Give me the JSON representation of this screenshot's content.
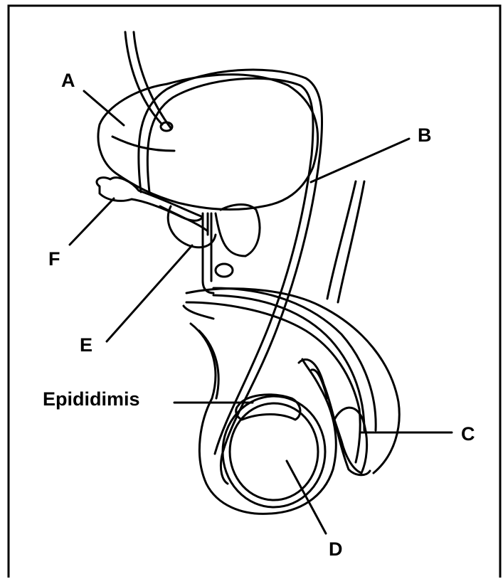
{
  "labels": {
    "a": "A",
    "b": "B",
    "c": "C",
    "d": "D",
    "e": "E",
    "f": "F",
    "epididimis": "Epididimis"
  },
  "colors": {
    "line": "#000000",
    "background": "#ffffff"
  }
}
